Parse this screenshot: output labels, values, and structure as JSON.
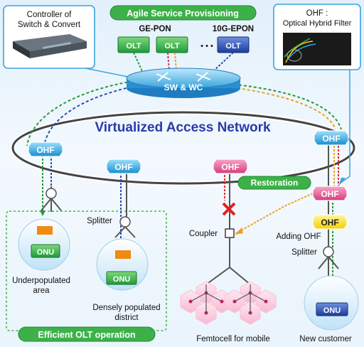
{
  "top_banner": "Agile Service Provisioning",
  "controller_box": {
    "line1": "Controller of",
    "line2": "Switch & Convert"
  },
  "ohf_box": {
    "line1": "OHF :",
    "line2": "Optical Hybrid Filter"
  },
  "pon_labels": {
    "ge_pon": "GE-PON",
    "tenge_epon": "10G-EPON"
  },
  "olt_labels": [
    "OLT",
    "OLT",
    "OLT"
  ],
  "ellipsis": "• • •",
  "switch_label": "SW & WC",
  "network_title": "Virtualized Access Network",
  "ohf_nodes": {
    "left": "OHF",
    "mid_left": "OHF",
    "mid_right": "OHF",
    "right_top": "OHF",
    "restoration": "OHF",
    "adding": "OHF"
  },
  "restoration_label": "Restoration",
  "adding_ohf_label": "Adding OHF",
  "splitter_labels": {
    "mid": "Splitter",
    "right": "Splitter"
  },
  "coupler_label": "Coupler",
  "onu_labels": [
    "ONU",
    "ONU",
    "ONU"
  ],
  "captions": {
    "underpopulated_1": "Underpopulated",
    "underpopulated_2": "area",
    "dense_1": "Densely populated",
    "dense_2": "district",
    "femtocell": "Femtocell for mobile",
    "new_customer": "New customer"
  },
  "bottom_banner": "Efficient OLT operation",
  "colors": {
    "green": "#3db04a",
    "blue_olt": "#2a4fb0",
    "ohf_blue": "#2ca6df",
    "ohf_pink": "#e0508a",
    "ohf_yellow": "#ffe000",
    "red_x": "#e02020",
    "title_blue": "#2a3aa8"
  }
}
